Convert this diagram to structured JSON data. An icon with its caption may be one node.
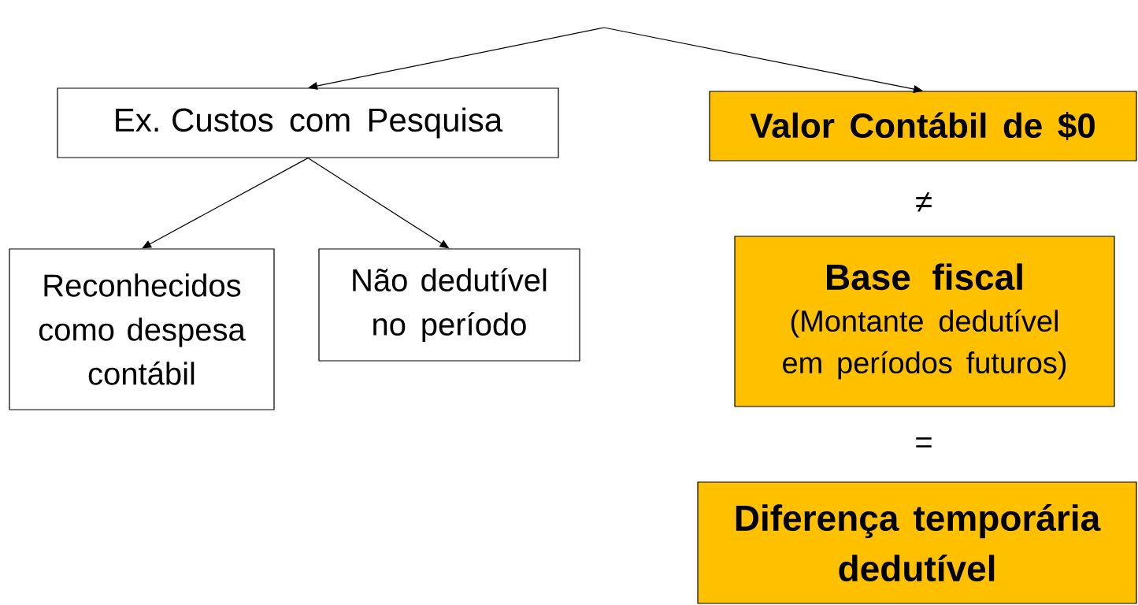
{
  "diagram": {
    "nodes": [
      {
        "text": [
          "Ex. Custos com Pesquisa"
        ]
      },
      {
        "text": [
          "Reconhecidos como despesa contábil"
        ]
      },
      {
        "text": [
          "Não dedutível no período"
        ]
      },
      {
        "text": [
          "Valor Contábil de $0"
        ]
      },
      {
        "text": [
          "Base fiscal",
          "(Montante dedutível em períodos futuros)"
        ]
      },
      {
        "text": [
          "Diferença temporária dedutível"
        ]
      }
    ],
    "edges": [
      {
        "from": null,
        "to": 0,
        "arrow": "to"
      },
      {
        "from": null,
        "to": 3,
        "arrow": "to"
      },
      {
        "from": 0,
        "to": 1,
        "arrow": "to"
      },
      {
        "from": 0,
        "to": 2,
        "arrow": "to"
      }
    ],
    "labels": [
      "≠",
      "="
    ]
  }
}
